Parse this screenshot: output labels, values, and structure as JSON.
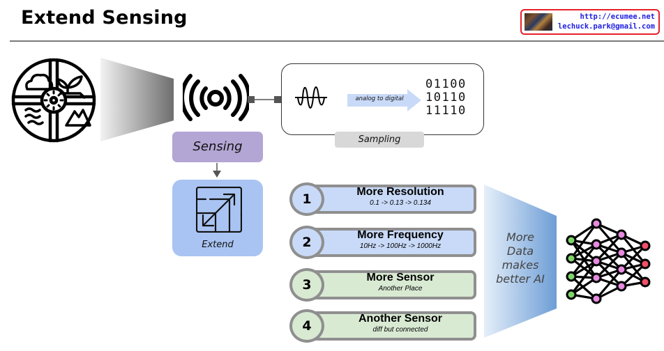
{
  "header": {
    "title": "Extend Sensing",
    "contact": {
      "url": "http://ecumee.net",
      "email": "lechuck.park@gmail.com",
      "border_color": "#e8202a",
      "text_color": "#2020e0"
    }
  },
  "icons": {
    "environment": "environment-icon",
    "sensor": "wireless-signal-icon",
    "wave": "analog-wave-icon",
    "extend": "extend-resize-icon",
    "neural_network": "neural-network-icon"
  },
  "sampling": {
    "arrow_label": "analog to digital",
    "binary_rows": [
      "01100",
      "10110",
      "11110"
    ],
    "tab_label": "Sampling"
  },
  "sensing": {
    "label": "Sensing",
    "color": "#b3a6d4"
  },
  "extend": {
    "label": "Extend",
    "color": "#a9c4f2"
  },
  "items": [
    {
      "number": "1",
      "title": "More Resolution",
      "subtitle": "0.1 -> 0.13 -> 0.134",
      "color": "#c9daf8"
    },
    {
      "number": "2",
      "title": "More Frequency",
      "subtitle": "10Hz -> 100Hz -> 1000Hz",
      "color": "#c9daf8"
    },
    {
      "number": "3",
      "title": "More Sensor",
      "subtitle": "Another Place",
      "color": "#d9ead3"
    },
    {
      "number": "4",
      "title": "Another Sensor",
      "subtitle": "diff but connected",
      "color": "#d9ead3"
    }
  ],
  "conclusion": {
    "lines": [
      "More",
      "Data",
      "makes",
      "better AI"
    ]
  }
}
